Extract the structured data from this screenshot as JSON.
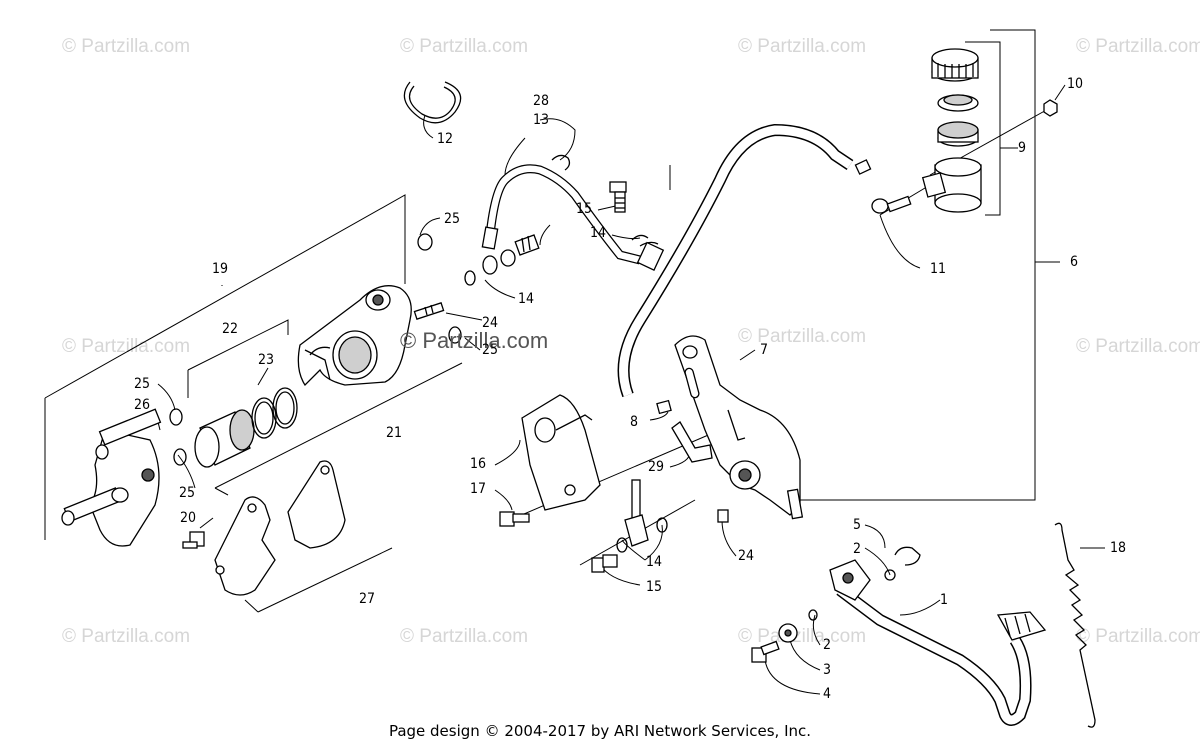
{
  "watermark_text": "© Partzilla.com",
  "center_watermark_text": "© Partzilla.com",
  "footer": "Page design © 2004-2017 by ARI Network Services, Inc.",
  "callouts": {
    "c28": "28",
    "c13": "13",
    "c12": "12",
    "c15a": "15",
    "c14a": "14",
    "c25a": "25",
    "c19": "19",
    "c14b": "14",
    "c22": "22",
    "c24a": "24",
    "c25b": "25",
    "c23": "23",
    "c25c": "25",
    "c26": "26",
    "c21": "21",
    "c25d": "25",
    "c20": "20",
    "c27": "27",
    "c10": "10",
    "c9": "9",
    "c11": "11",
    "c6": "6",
    "c7": "7",
    "c8": "8",
    "c16": "16",
    "c29": "29",
    "c17": "17",
    "c14c": "14",
    "c15b": "15",
    "c24b": "24",
    "c5": "5",
    "c2a": "2",
    "c18": "18",
    "c1": "1",
    "c2b": "2",
    "c3": "3",
    "c4": "4"
  }
}
